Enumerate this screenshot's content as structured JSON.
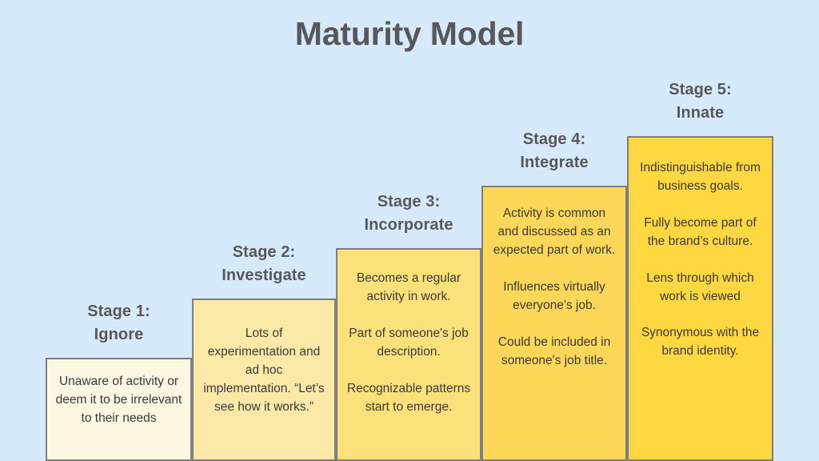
{
  "slide": {
    "title": "Maturity Model",
    "background_color": "#d6eafb",
    "heading_color": "#58585a",
    "body_text_color": "#3a3a3c",
    "border_color": "#7e7e80"
  },
  "stages": [
    {
      "id": "stage-1",
      "label_line1": "Stage 1:",
      "label_line2": "Ignore",
      "fill_color": "#fdf6e0",
      "paragraphs": [
        "Unaware of activity or deem it to be irrelevant to their needs"
      ]
    },
    {
      "id": "stage-2",
      "label_line1": "Stage 2:",
      "label_line2": "Investigate",
      "fill_color": "#fce9a8",
      "paragraphs": [
        "Lots of experimentation and ad hoc implementation. “Let’s see how it works.”"
      ]
    },
    {
      "id": "stage-3",
      "label_line1": "Stage 3:",
      "label_line2": "Incorporate",
      "fill_color": "#fce07a",
      "paragraphs": [
        "Becomes a regular activity in work.",
        "Part of someone's job description.",
        "Recognizable patterns start to emerge."
      ]
    },
    {
      "id": "stage-4",
      "label_line1": "Stage 4:",
      "label_line2": "Integrate",
      "fill_color": "#fdd757",
      "paragraphs": [
        "Activity is common and discussed as an expected part of work.",
        "Influences virtually everyone's job.",
        "Could be included in someone's job title."
      ]
    },
    {
      "id": "stage-5",
      "label_line1": "Stage 5:",
      "label_line2": "Innate",
      "fill_color": "#ffd740",
      "paragraphs": [
        "Indistinguishable from business goals.",
        "Fully become part of the brand’s culture.",
        "Lens through which work is viewed",
        "Synonymous with the brand identity."
      ]
    }
  ]
}
